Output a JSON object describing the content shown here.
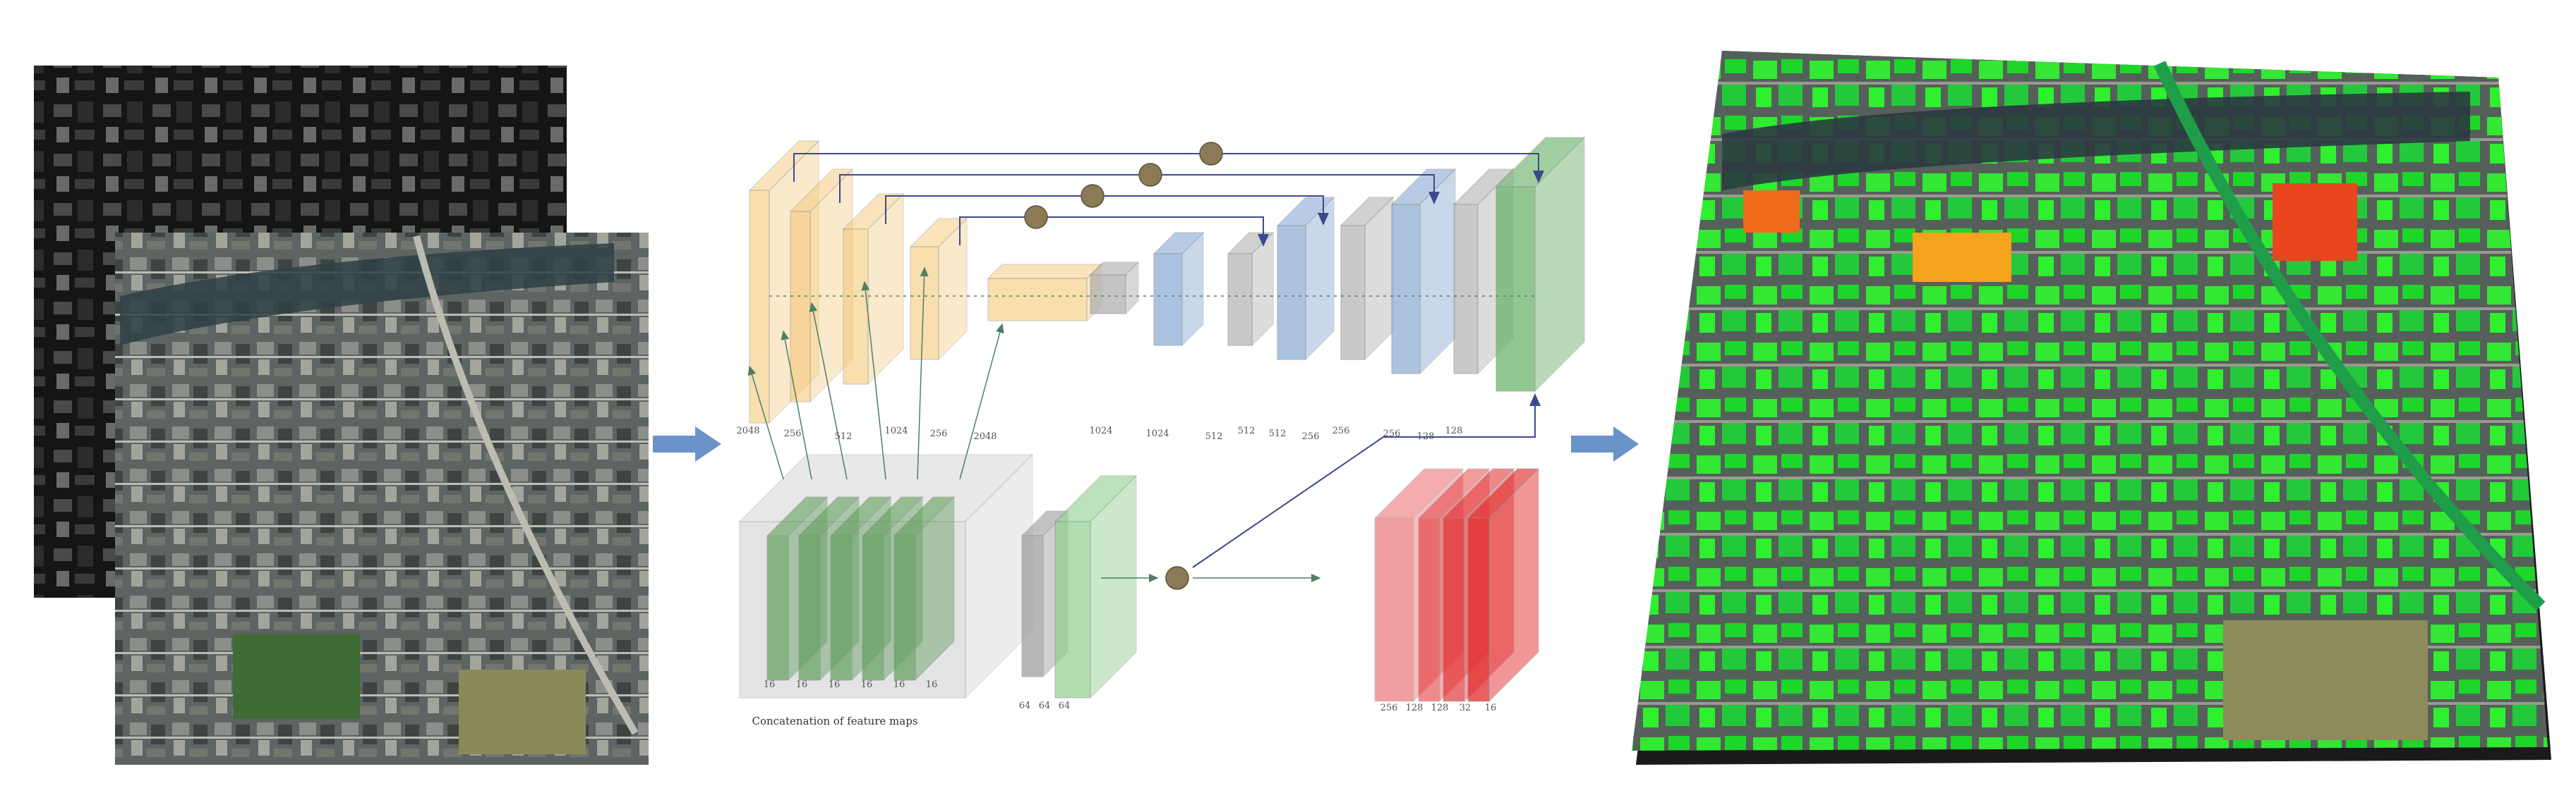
{
  "colors": {
    "encoder_orange": "#f6c97a",
    "decoder_blue": "#8fb0d6",
    "decoder_gray": "#b8b8b8",
    "output_green": "#6db36b",
    "fusion_green": "#5f9f5c",
    "fusion_box_gray": "#c9c9c9",
    "dsm_red": "#e2292b",
    "connection_line": "#3c4a8c",
    "process_arrow": "#6c93c9",
    "pool_sphere": "#8a7a56"
  },
  "panels": {
    "input": {
      "dsm_layer": "height-map-grayscale",
      "ortho_layer": "aerial-orthophoto"
    },
    "output": {
      "render": "3d-building-height-model"
    }
  },
  "network": {
    "top_row_labels": [
      "2048",
      "256",
      "512",
      "1024",
      "256",
      "2048",
      "1024",
      "1024",
      "512",
      "512",
      "512",
      "256",
      "256",
      "256",
      "128",
      "128"
    ],
    "bottom_left_labels": [
      "16",
      "16",
      "16",
      "16",
      "16",
      "16"
    ],
    "bottom_mid_labels": [
      "64",
      "64",
      "64"
    ],
    "bottom_right_labels": [
      "256",
      "128",
      "128",
      "32",
      "16"
    ],
    "caption": "Concatenation of feature maps"
  }
}
